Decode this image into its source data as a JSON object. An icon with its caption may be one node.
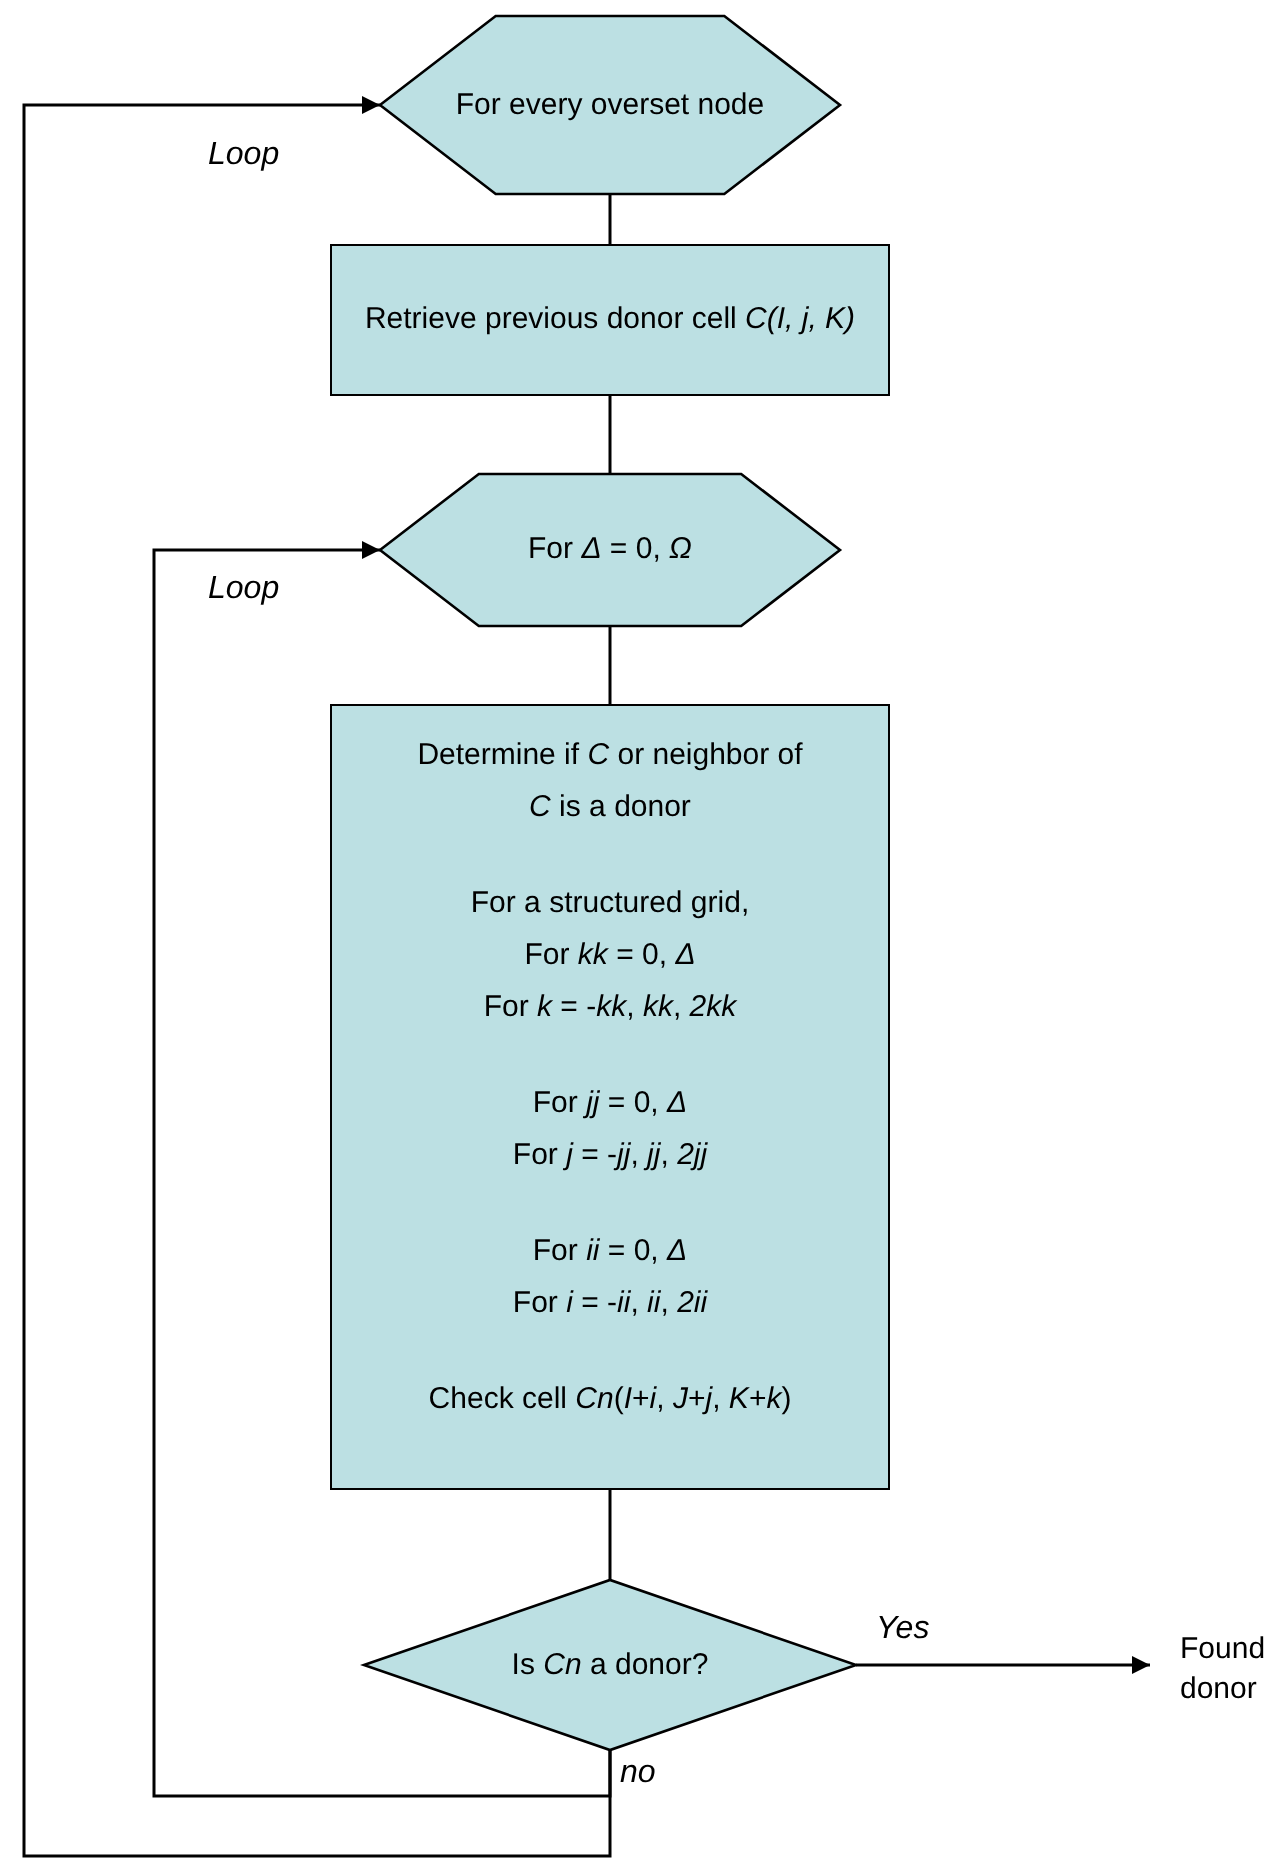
{
  "diagram": {
    "nodes": [
      {
        "text": [
          "For every overset node"
        ]
      },
      {
        "text": [
          "Retrieve previous donor cell *C(I, j, K)*"
        ]
      },
      {
        "text": [
          "For *Δ* = 0, *Ω*"
        ]
      },
      {
        "text": [
          "Determine if *C* or neighbor of *C* is a donor",
          "For a structured grid,",
          "For *kk* = 0, *Δ*",
          "For *k* = -*kk*, *kk*, *2kk*",
          "For *jj* = 0, *Δ*",
          "For *j* = -*jj*, *jj*, *2jj*",
          "For *ii* = 0, *Δ*",
          "For *i* = -*ii*, *ii*, *2ii*",
          "Check cell *Cn*(*I*+*i*, *J*+*j*, *K*+*k*)"
        ]
      },
      {
        "text": [
          "Is *Cn* a donor?"
        ]
      },
      {
        "text": [
          "Found donor"
        ]
      }
    ],
    "edges": [
      {
        "from": 0,
        "to": 1,
        "arrow": "none"
      },
      {
        "from": 1,
        "to": 2,
        "arrow": "none"
      },
      {
        "from": 2,
        "to": 3,
        "arrow": "none"
      },
      {
        "from": 3,
        "to": 4,
        "arrow": "none"
      },
      {
        "from": 4,
        "to": 5,
        "arrow": "to",
        "label": "Yes"
      },
      {
        "from": 4,
        "to": 2,
        "arrow": "to",
        "label": "Loop"
      },
      {
        "from": 4,
        "to": 0,
        "arrow": "to",
        "label": "Loop"
      }
    ],
    "labels": [
      "no"
    ]
  }
}
